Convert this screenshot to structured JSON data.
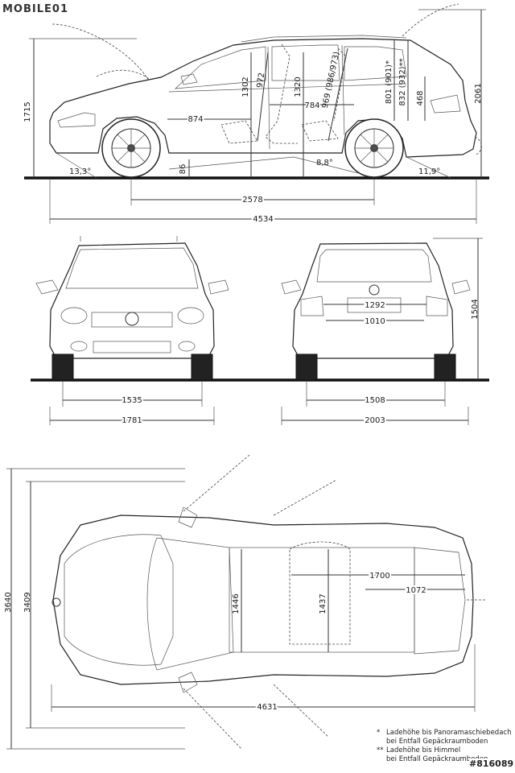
{
  "brand": {
    "logo_text": "MOBILE01"
  },
  "side_view": {
    "labels": {
      "h_1715": "1715",
      "h_2061": "2061",
      "h_1302": "1302",
      "h_972": "972",
      "h_1320": "1320",
      "h_969": "969 (986/973)",
      "h_801": "801 (901)*",
      "h_832": "832 (932)**",
      "h_468": "468",
      "w_874": "874",
      "w_784": "784",
      "g_86": "86",
      "angle_front": "13,3°",
      "angle_ramp": "8,8°",
      "angle_rear": "11,9°",
      "wheelbase": "2578",
      "length": "4534"
    }
  },
  "front_rear_view": {
    "labels": {
      "height": "1504",
      "track_front": "1535",
      "width_front": "1781",
      "track_rear": "1508",
      "width_mirrors": "2003",
      "rear_1292": "1292",
      "rear_1010": "1010"
    }
  },
  "top_view": {
    "labels": {
      "h_3640": "3640",
      "h_3409": "3409",
      "w_1446": "1446",
      "w_1437": "1437",
      "l_1700": "1700",
      "l_1072": "1072",
      "length_4631": "4631"
    }
  },
  "notes": [
    {
      "marker": "*",
      "line1": "Ladehöhe bis Panoramaschiebedach",
      "line2": "bei Entfall Gepäckraumboden"
    },
    {
      "marker": "**",
      "line1": "Ladehöhe bis Himmel",
      "line2": "bei Entfall Gepäckraumboden"
    }
  ],
  "image_id": "#816089"
}
